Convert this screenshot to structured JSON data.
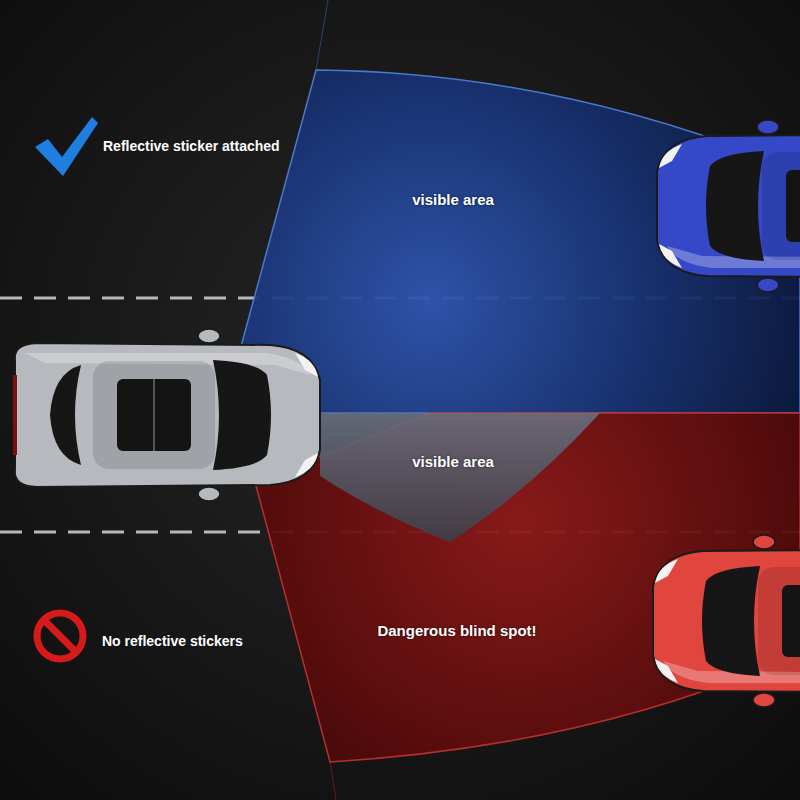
{
  "diagram": {
    "labels": [
      "visible area",
      "visible area",
      "Dangerous blind spot!"
    ],
    "legend": [
      {
        "text": "Reflective sticker attached"
      },
      {
        "text": "No reflective stickers"
      }
    ]
  }
}
